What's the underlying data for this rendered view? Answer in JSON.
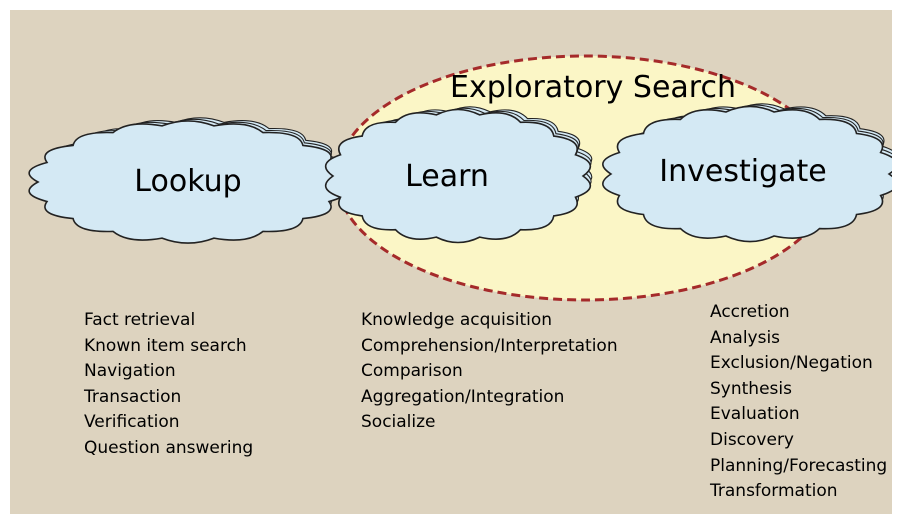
{
  "colors": {
    "background": "#ddd3bf",
    "ellipse_fill": "#fbf6c6",
    "ellipse_border": "#a52a2a",
    "cloud_fill": "#d4e9f4",
    "cloud_outline": "#222222"
  },
  "exploratory": {
    "title": "Exploratory Search"
  },
  "clouds": [
    {
      "label": "Lookup"
    },
    {
      "label": "Learn"
    },
    {
      "label": "Investigate"
    }
  ],
  "lists": {
    "lookup": [
      "Fact retrieval",
      "Known item search",
      "Navigation",
      "Transaction",
      "Verification",
      "Question answering"
    ],
    "learn": [
      "Knowledge acquisition",
      "Comprehension/Interpretation",
      "Comparison",
      "Aggregation/Integration",
      "Socialize"
    ],
    "investigate": [
      "Accretion",
      "Analysis",
      "Exclusion/Negation",
      "Synthesis",
      "Evaluation",
      "Discovery",
      "Planning/Forecasting",
      "Transformation"
    ]
  }
}
